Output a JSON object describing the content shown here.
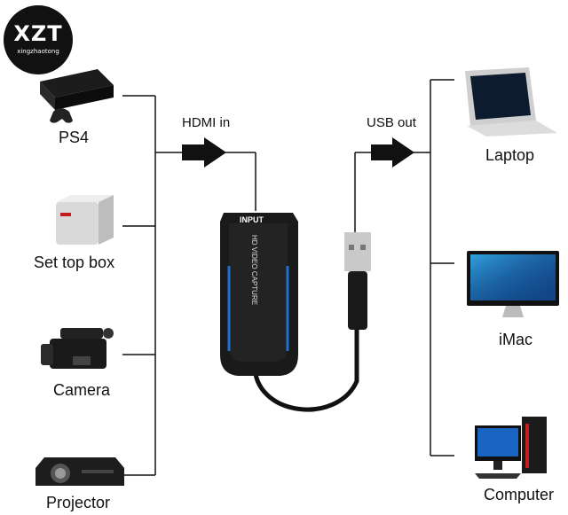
{
  "logo": {
    "brand": "XZT",
    "sub": "xingzhaotong"
  },
  "inputs": [
    {
      "label": "PS4",
      "icon": "ps4-console-icon"
    },
    {
      "label": "Set top box",
      "icon": "set-top-box-icon"
    },
    {
      "label": "Camera",
      "icon": "video-camera-icon"
    },
    {
      "label": "Projector",
      "icon": "projector-icon"
    }
  ],
  "outputs": [
    {
      "label": "Laptop",
      "icon": "laptop-icon"
    },
    {
      "label": "iMac",
      "icon": "imac-icon"
    },
    {
      "label": "Computer",
      "icon": "desktop-computer-icon"
    }
  ],
  "arrows": {
    "hdmi_in": "HDMI in",
    "usb_out": "USB out"
  },
  "device": {
    "port_label": "INPUT",
    "body_text": "HD VIDEO CAPTURE"
  },
  "colors": {
    "line": "#111111",
    "device": "#1a1a1a",
    "accent": "#1f6fd1"
  }
}
